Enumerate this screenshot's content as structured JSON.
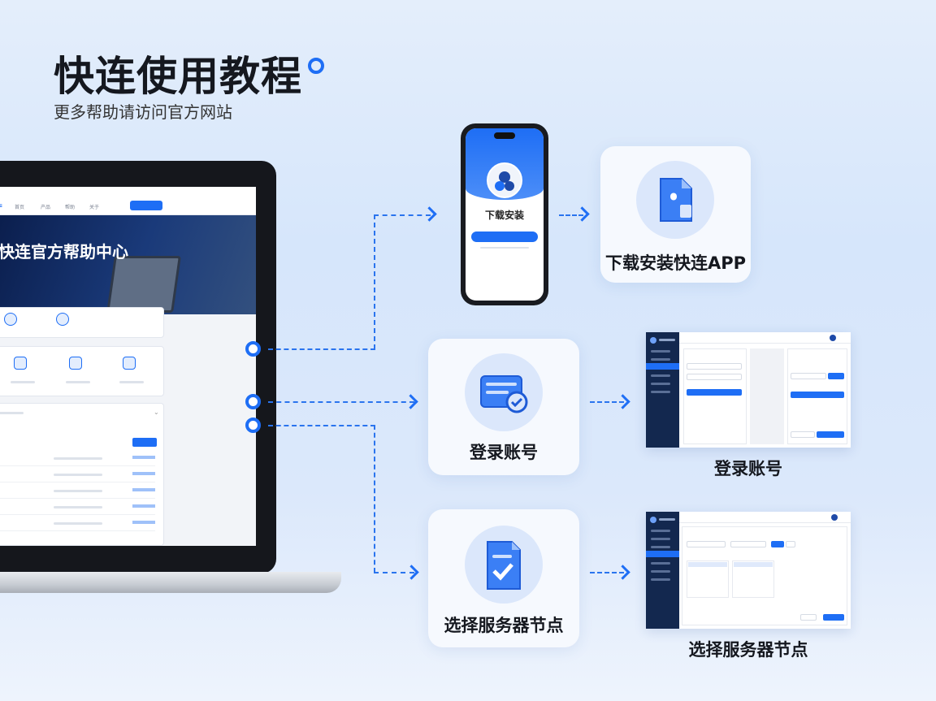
{
  "header": {
    "title": "快连使用教程",
    "subtitle": "更多帮助请访问官方网站"
  },
  "laptop": {
    "nav_items": [
      "首页",
      "产品",
      "帮助",
      "关于"
    ],
    "hero_title": "快连官方帮助中心"
  },
  "steps": {
    "download": {
      "label": "下载安装快连APP",
      "phone_text": "下载安装"
    },
    "login": {
      "label": "登录账号",
      "caption": "登录账号"
    },
    "select_node": {
      "label": "选择服务器节点",
      "caption": "选择服务器节点"
    }
  },
  "colors": {
    "accent": "#1e6ef5",
    "sidebar": "#13284f",
    "background": "#dbe8fb"
  }
}
